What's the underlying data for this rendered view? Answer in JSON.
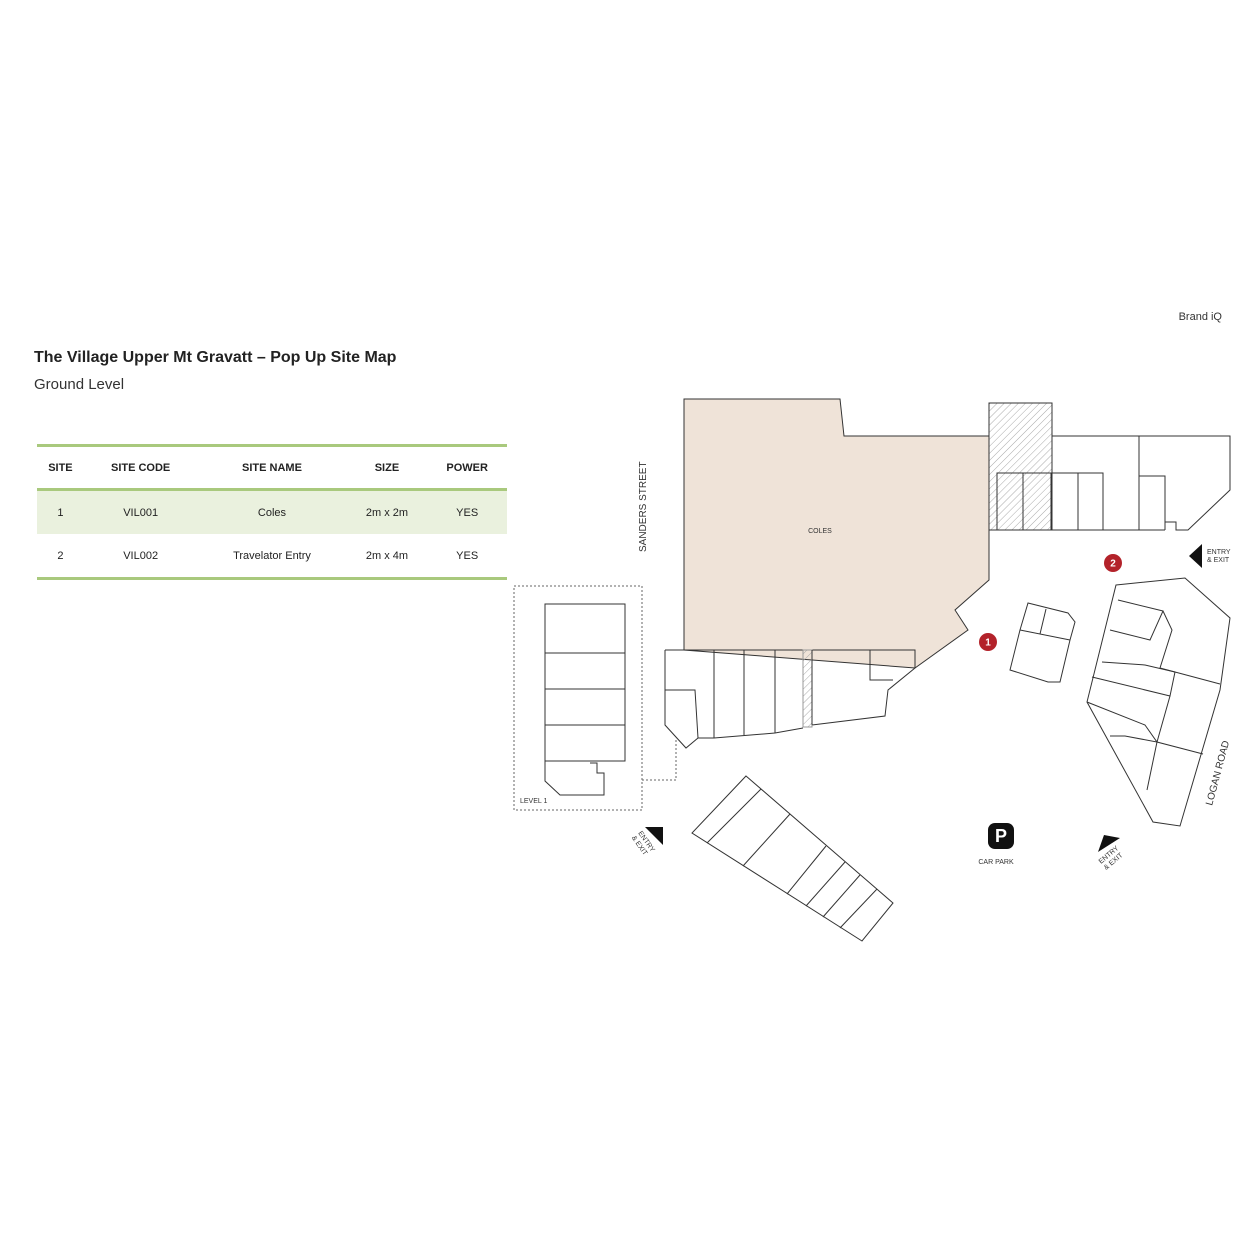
{
  "brand": "Brand iQ",
  "title": "The Village Upper Mt Gravatt – Pop Up Site Map",
  "subtitle": "Ground Level",
  "table": {
    "headers": [
      "SITE",
      "SITE CODE",
      "SITE NAME",
      "SIZE",
      "POWER"
    ],
    "rows": [
      [
        "1",
        "VIL001",
        "Coles",
        "2m x 2m",
        "YES"
      ],
      [
        "2",
        "VIL002",
        "Travelator Entry",
        "2m x 4m",
        "YES"
      ]
    ]
  },
  "map": {
    "labels": {
      "coles": "COLES",
      "sanders_street": "SANDERS STREET",
      "logan_road": "LOGAN ROAD",
      "level1": "LEVEL 1",
      "car_park": "CAR PARK",
      "parking_symbol": "P",
      "entry_line1": "ENTRY",
      "entry_line2": "& EXIT"
    },
    "markers": [
      "1",
      "2"
    ],
    "colors": {
      "coles_fill": "#efe3d8",
      "marker": "#b3222a",
      "table_rule": "#a9c97d",
      "row_shade": "#eaf1de"
    }
  }
}
